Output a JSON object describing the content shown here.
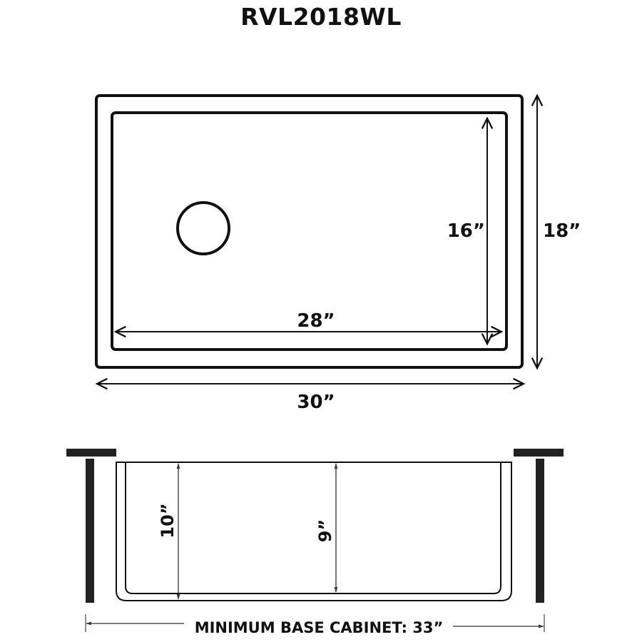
{
  "title": "RVL2018WL",
  "top_view": {
    "outer_width": "30”",
    "outer_height": "18”",
    "inner_width": "28”",
    "inner_height": "16”",
    "drain": "drain-circle"
  },
  "side_view": {
    "outer_depth": "10”",
    "inner_depth": "9”",
    "cabinet_label": "MINIMUM BASE CABINET: 33”"
  },
  "colors": {
    "stroke": "#111111",
    "background": "#ffffff"
  }
}
